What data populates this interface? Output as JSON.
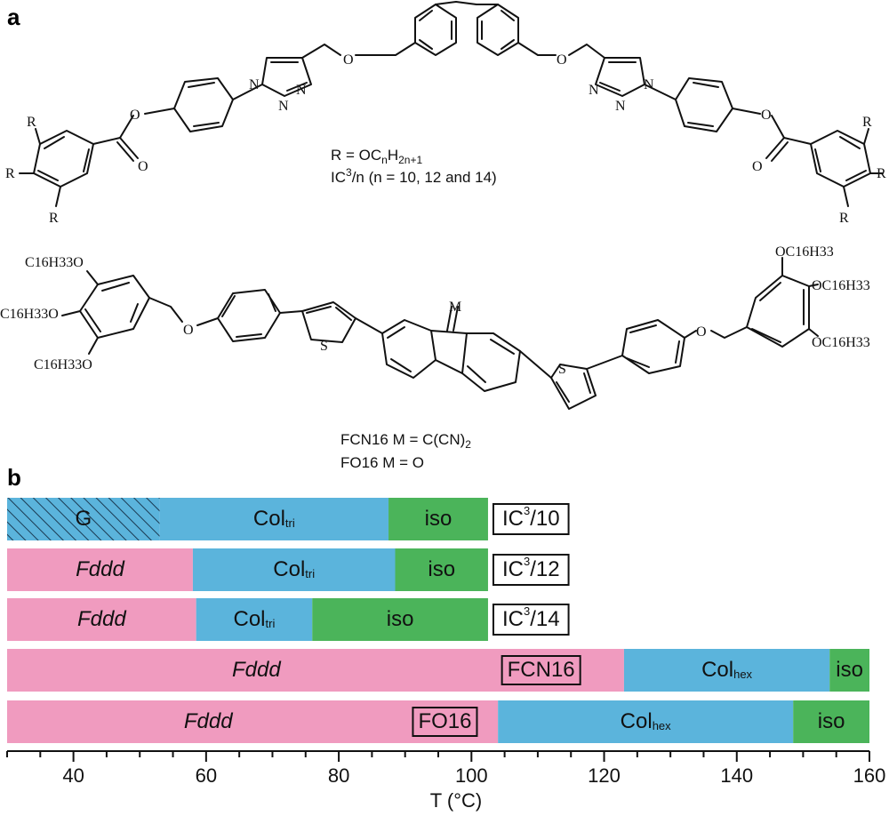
{
  "panel_a": {
    "label": "a",
    "ic3": {
      "r_def_prefix": "R = OC",
      "r_def_sub1": "n",
      "r_def_mid": "H",
      "r_def_sub2": "2n+1",
      "series_prefix": "IC",
      "series_sup": "3",
      "series_suffix": "/n (n = 10, 12 and 14)",
      "atoms": {
        "R": "R",
        "O": "O",
        "N": "N"
      }
    },
    "fcn": {
      "line1_prefix": "FCN16 M = C(CN)",
      "line1_sub": "2",
      "line2": "FO16 M = O",
      "atoms": {
        "S": "S",
        "M": "M",
        "O": "O",
        "chain": "C16H33O",
        "chain_right": "OC16H33"
      }
    }
  },
  "panel_b": {
    "label": "b",
    "axis": {
      "title": "T (°C)",
      "min": 30,
      "max": 160,
      "ticks": [
        40,
        60,
        80,
        100,
        120,
        140,
        160
      ],
      "minor_step": 5
    },
    "colors": {
      "G": "#5bb4dc",
      "Fddd": "#f09bbf",
      "Col": "#5bb4dc",
      "iso": "#4bb45a",
      "hatch": "#1b3a52"
    },
    "rows": [
      {
        "compound_prefix": "IC",
        "compound_sup": "3",
        "compound_suffix": "/10",
        "boxed_label": true,
        "segments": [
          {
            "phase": "G",
            "text": "G",
            "sub": "",
            "italic": false,
            "from": 30,
            "to": 53,
            "hatched": true
          },
          {
            "phase": "Col",
            "text": "Col",
            "sub": "tri",
            "italic": false,
            "from": 53,
            "to": 87.5
          },
          {
            "phase": "iso",
            "text": "iso",
            "sub": "",
            "italic": false,
            "from": 87.5,
            "to": 102.5
          }
        ]
      },
      {
        "compound_prefix": "IC",
        "compound_sup": "3",
        "compound_suffix": "/12",
        "segments": [
          {
            "phase": "Fddd",
            "text": "Fddd",
            "sub": "",
            "italic": true,
            "from": 30,
            "to": 58
          },
          {
            "phase": "Col",
            "text": "Col",
            "sub": "tri",
            "italic": false,
            "from": 58,
            "to": 88.5
          },
          {
            "phase": "iso",
            "text": "iso",
            "sub": "",
            "italic": false,
            "from": 88.5,
            "to": 102.5
          }
        ]
      },
      {
        "compound_prefix": "IC",
        "compound_sup": "3",
        "compound_suffix": "/14",
        "segments": [
          {
            "phase": "Fddd",
            "text": "Fddd",
            "sub": "",
            "italic": true,
            "from": 30,
            "to": 58.5
          },
          {
            "phase": "Col",
            "text": "Col",
            "sub": "tri",
            "italic": false,
            "from": 58.5,
            "to": 76
          },
          {
            "phase": "iso",
            "text": "iso",
            "sub": "",
            "italic": false,
            "from": 76,
            "to": 102.5
          }
        ]
      },
      {
        "compound_prefix": "FCN16",
        "compound_sup": "",
        "compound_suffix": "",
        "inline_value": 110.5,
        "segments": [
          {
            "phase": "Fddd",
            "text": "Fddd",
            "sub": "",
            "italic": true,
            "from": 30,
            "to": 123
          },
          {
            "phase": "Col",
            "text": "Col",
            "sub": "hex",
            "italic": false,
            "from": 123,
            "to": 154
          },
          {
            "phase": "iso",
            "text": "iso",
            "sub": "",
            "italic": false,
            "from": 154,
            "to": 160
          }
        ]
      },
      {
        "compound_prefix": "FO16",
        "compound_sup": "",
        "compound_suffix": "",
        "inline_value": 96,
        "segments": [
          {
            "phase": "Fddd",
            "text": "Fddd",
            "sub": "",
            "italic": true,
            "from": 30,
            "to": 104
          },
          {
            "phase": "Col",
            "text": "Col",
            "sub": "hex",
            "italic": false,
            "from": 104,
            "to": 148.5
          },
          {
            "phase": "iso",
            "text": "iso",
            "sub": "",
            "italic": false,
            "from": 148.5,
            "to": 160
          }
        ]
      }
    ]
  }
}
